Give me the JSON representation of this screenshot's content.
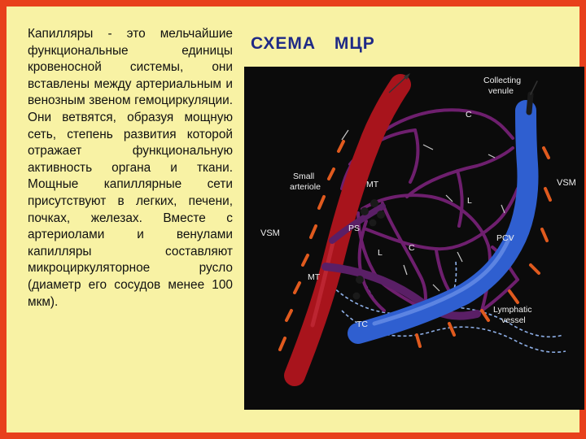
{
  "slide": {
    "title": "СХЕМА    МЦР",
    "body_text": "Капилляры - это мельчайшие функциональные единицы кровеносной системы, они вставлены между артериальным и венозным звеном гемоциркуляции. Они ветвятся, образуя мощную сеть, степень развития которой отражает функциональную активность органа и ткани. Мощные капиллярные сети присутствуют в легких, печени, почках, железах. Вместе с артериолами и венулами капилляры составляют микроциркуляторное русло (диаметр его сосудов менее 100 мкм)."
  },
  "diagram": {
    "labels": {
      "collecting_venule_1": "Collecting",
      "collecting_venule_2": "venule",
      "small_arteriole_1": "Small",
      "small_arteriole_2": "arteriole",
      "vsm_left": "VSM",
      "vsm_right": "VSM",
      "mt_upper": "MT",
      "mt_lower": "MT",
      "ps": "PS",
      "l_upper": "L",
      "l_lower": "L",
      "c_top": "C",
      "c_mid": "C",
      "pcv": "PCV",
      "tc": "TC",
      "lymphatic_vessel_1": "Lymphatic",
      "lymphatic_vessel_2": "vessel"
    },
    "colors": {
      "slide_border": "#e8401c",
      "slide_background": "#f8f2a4",
      "title_text": "#1f2a86",
      "diagram_background": "#0b0b0b",
      "arteriole": "#a8141c",
      "venule": "#2f5fd0",
      "capillary": "#6e1f6e",
      "smooth_muscle": "#e05a1e",
      "lymphatic": "#8fb0e8"
    }
  }
}
